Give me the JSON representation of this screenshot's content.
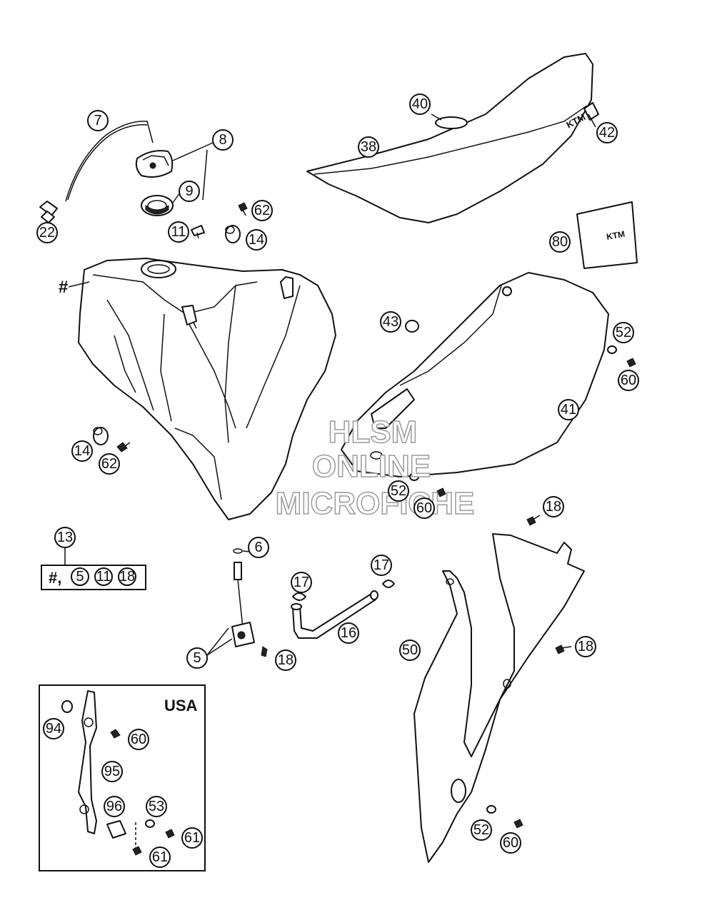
{
  "diagram": {
    "callouts": [
      {
        "id": "c7",
        "label": "7"
      },
      {
        "id": "c8",
        "label": "8"
      },
      {
        "id": "c9",
        "label": "9"
      },
      {
        "id": "c22",
        "label": "22"
      },
      {
        "id": "c11",
        "label": "11"
      },
      {
        "id": "c62a",
        "label": "62"
      },
      {
        "id": "c14a",
        "label": "14"
      },
      {
        "id": "c14b",
        "label": "14"
      },
      {
        "id": "c62b",
        "label": "62"
      },
      {
        "id": "c40",
        "label": "40"
      },
      {
        "id": "c38",
        "label": "38"
      },
      {
        "id": "c42",
        "label": "42"
      },
      {
        "id": "c80",
        "label": "80"
      },
      {
        "id": "c43",
        "label": "43"
      },
      {
        "id": "c52a",
        "label": "52"
      },
      {
        "id": "c60a",
        "label": "60"
      },
      {
        "id": "c41",
        "label": "41"
      },
      {
        "id": "c52b",
        "label": "52"
      },
      {
        "id": "c60b",
        "label": "60"
      },
      {
        "id": "c18a",
        "label": "18"
      },
      {
        "id": "c13",
        "label": "13"
      },
      {
        "id": "c6",
        "label": "6"
      },
      {
        "id": "c17a",
        "label": "17"
      },
      {
        "id": "c17b",
        "label": "17"
      },
      {
        "id": "c16",
        "label": "16"
      },
      {
        "id": "c5",
        "label": "5"
      },
      {
        "id": "c18b",
        "label": "18"
      },
      {
        "id": "c50",
        "label": "50"
      },
      {
        "id": "c18c",
        "label": "18"
      },
      {
        "id": "c94",
        "label": "94"
      },
      {
        "id": "c60c",
        "label": "60"
      },
      {
        "id": "c95",
        "label": "95"
      },
      {
        "id": "c96",
        "label": "96"
      },
      {
        "id": "c53",
        "label": "53"
      },
      {
        "id": "c61a",
        "label": "61"
      },
      {
        "id": "c61b",
        "label": "61"
      },
      {
        "id": "c52c",
        "label": "52"
      },
      {
        "id": "c60d",
        "label": "60"
      }
    ],
    "hash_label": "#",
    "kit_box": {
      "prefix": "#,",
      "items": [
        "5",
        "11",
        "18"
      ]
    },
    "inset_label": "USA",
    "seat_logo": "KTM",
    "sticker_logo": "KTM",
    "watermark": [
      "HLSM",
      "ONLINE",
      "MICROFICHE"
    ]
  }
}
